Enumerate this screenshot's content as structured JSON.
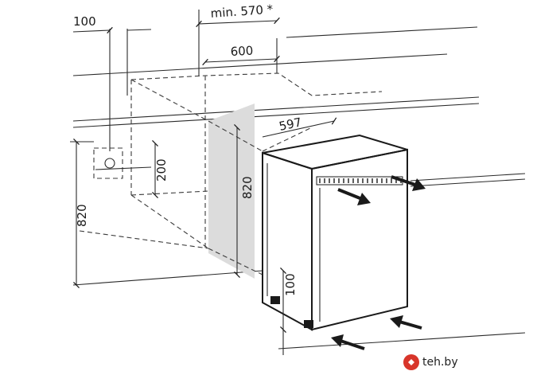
{
  "dimensions": {
    "d100_top": "100",
    "min570": "min. 570 *",
    "d600": "600",
    "d597": "597",
    "d200": "200",
    "d820_left": "820",
    "d820_inner": "820",
    "d100_bottom": "100"
  },
  "watermark": {
    "text": "teh.by"
  },
  "colors": {
    "line": "#1a1a1a",
    "shade": "#d9d9d9",
    "brand": "#d8352a"
  }
}
